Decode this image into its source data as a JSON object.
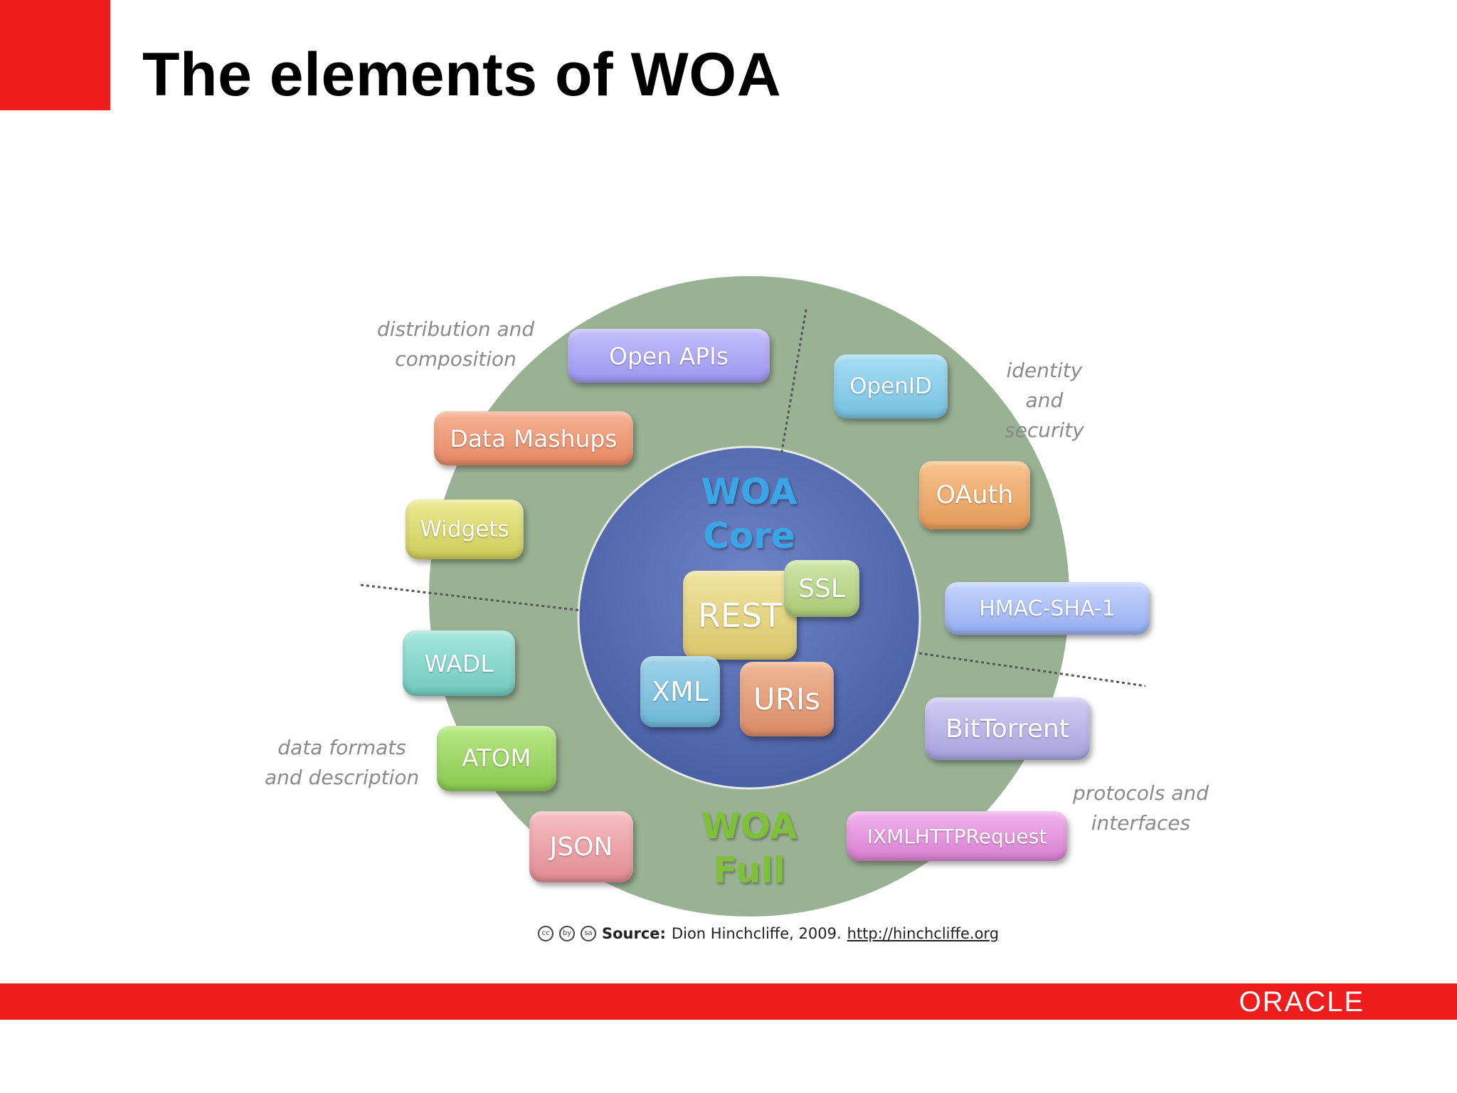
{
  "slide": {
    "title": "The elements of WOA",
    "logo": "ORACLE",
    "accent_color": "#ee1c1c"
  },
  "diagram": {
    "core": {
      "line1": "WOA",
      "line2": "Core"
    },
    "full": {
      "line1": "WOA",
      "line2": "Full"
    },
    "categories": {
      "distribution": [
        "distribution and",
        "composition"
      ],
      "identity": [
        "identity",
        "and",
        "security"
      ],
      "data_formats": [
        "data formats",
        "and description"
      ],
      "protocols": [
        "protocols and",
        "interfaces"
      ]
    },
    "core_items": {
      "rest": "REST",
      "ssl": "SSL",
      "xml": "XML",
      "uris": "URIs"
    },
    "outer_items": {
      "open_apis": "Open APIs",
      "data_mashups": "Data Mashups",
      "widgets": "Widgets",
      "openid": "OpenID",
      "oauth": "OAuth",
      "hmac": "HMAC-SHA-1",
      "wadl": "WADL",
      "atom": "ATOM",
      "json": "JSON",
      "bittorrent": "BitTorrent",
      "xmlhttp": "IXMLHTTPRequest"
    }
  },
  "source": {
    "label": "Source:",
    "text": "Dion Hinchcliffe, 2009.",
    "link": "http://hinchcliffe.org",
    "cc_icons": [
      "cc",
      "by",
      "sa"
    ]
  }
}
